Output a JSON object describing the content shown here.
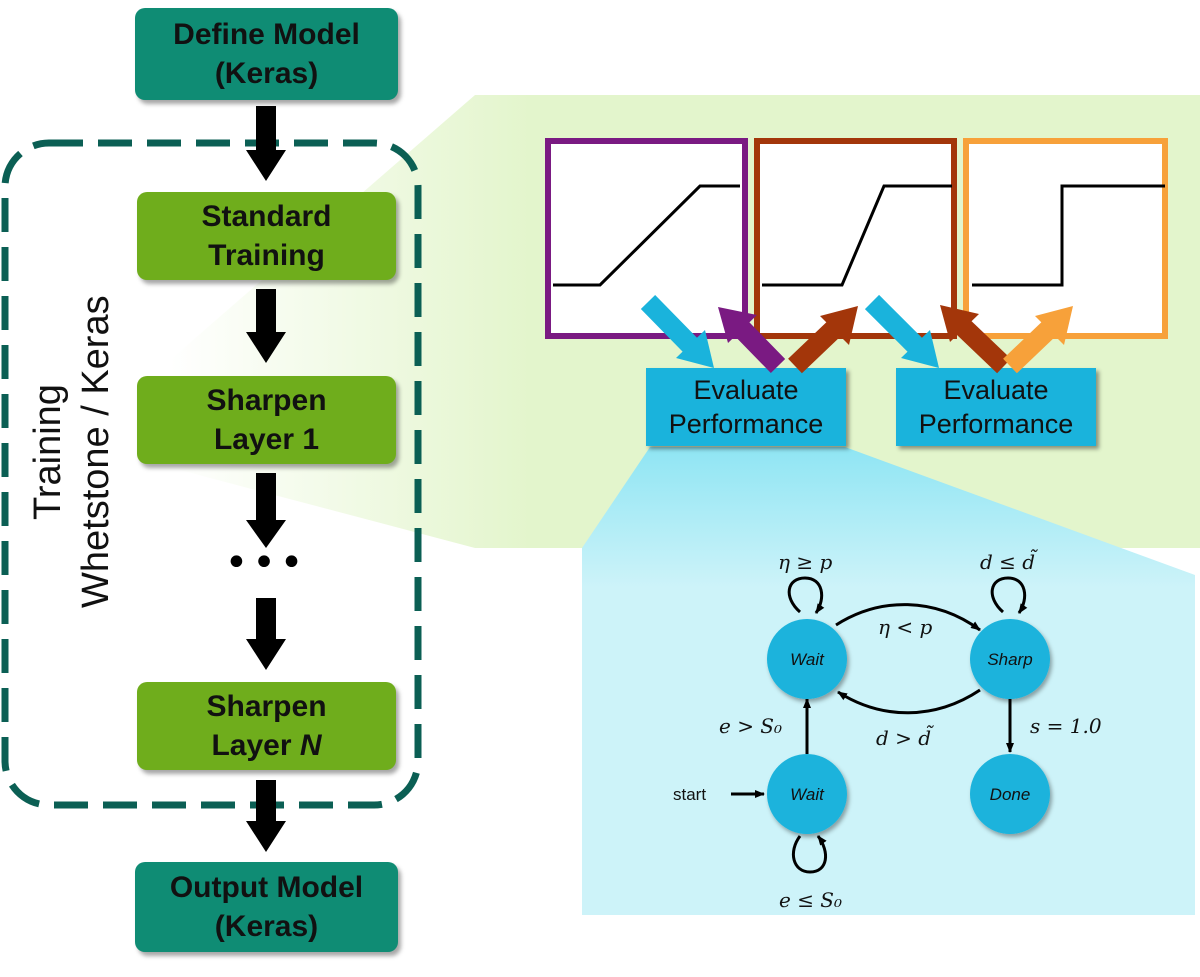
{
  "pipeline": {
    "define_line1": "Define Model",
    "define_line2": "(Keras)",
    "standard_line1": "Standard",
    "standard_line2": "Training",
    "sharpen1_line1": "Sharpen",
    "sharpen1_line2": "Layer 1",
    "ellipsis": "•••",
    "sharpenN_line1": "Sharpen",
    "sharpenN_prefix": "Layer ",
    "sharpenN_var": "N",
    "output_line1": "Output Model",
    "output_line2": "(Keras)"
  },
  "group_label": {
    "line1": "Training",
    "line2": "Whetstone / Keras"
  },
  "activation_panels": [
    {
      "kind": "gradual-ramp",
      "border_color": "#7a1a82"
    },
    {
      "kind": "steep-ramp",
      "border_color": "#a3360a"
    },
    {
      "kind": "step",
      "border_color": "#f7a13a"
    }
  ],
  "evaluate_boxes": [
    {
      "line1": "Evaluate",
      "line2": "Performance"
    },
    {
      "line1": "Evaluate",
      "line2": "Performance"
    }
  ],
  "state_machine": {
    "states": {
      "wait_top": "Wait",
      "sharp": "Sharp",
      "wait_bottom": "Wait",
      "done": "Done"
    },
    "start_label": "start",
    "transitions": {
      "wait_self": "η ≥ p",
      "sharp_self": "d ≤ d̃",
      "wait_to_sharp": "η < p",
      "sharp_to_wait": "d > d̃",
      "sharp_to_done": "s = 1.0",
      "start_wait_to_wait": "e > S₀",
      "start_wait_self": "e ≤ S₀"
    }
  },
  "colors": {
    "teal": "#0f8c74",
    "green": "#6fad1c",
    "dashed_border": "#0b5f54",
    "light_green_bg": "#e3f5cc",
    "light_blue_bg": "#cdf3f9",
    "state_fill": "#1ab3dc",
    "arrow_light_blue": "#1ab3dc",
    "arrow_purple": "#7a1a82",
    "arrow_red": "#a3360a",
    "arrow_orange": "#f7a13a"
  }
}
